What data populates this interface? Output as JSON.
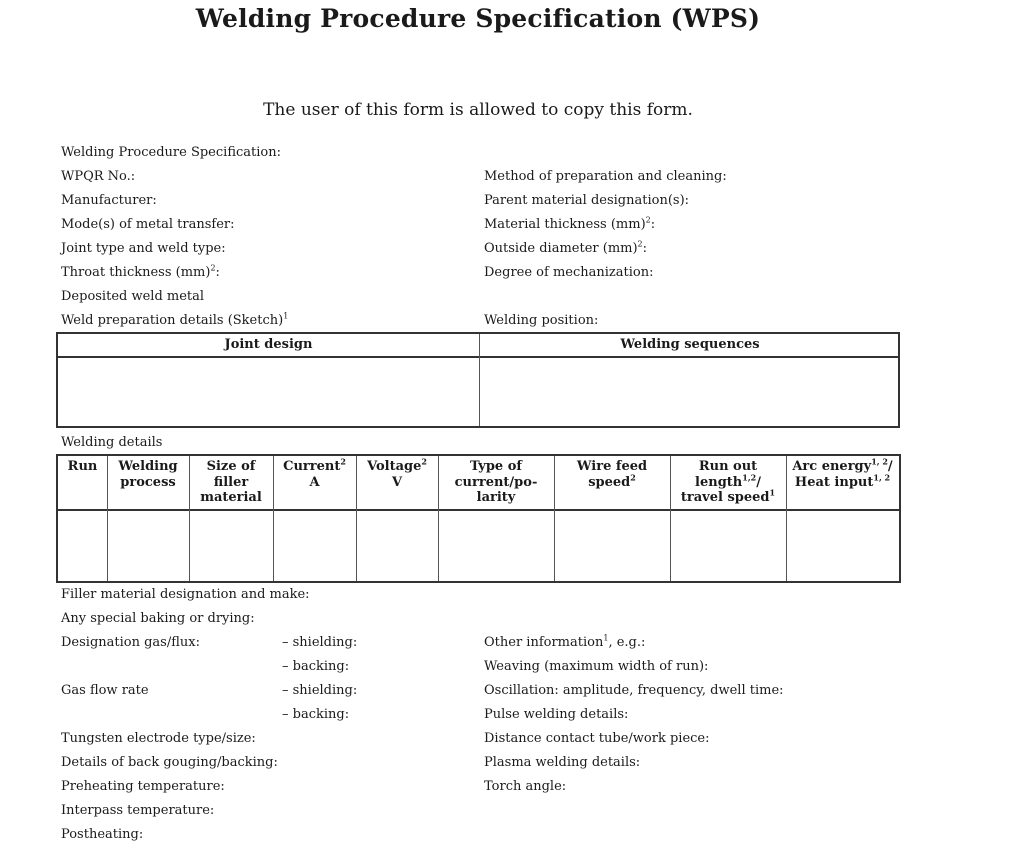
{
  "doc": {
    "title": "Welding Procedure Specification (WPS)",
    "subtitle": "The user of this form is allowed to copy this form."
  },
  "fields_left": {
    "wps": "Welding Procedure Specification:",
    "wpqr": "WPQR No.:",
    "manufacturer": "Manufacturer:",
    "transfer": "Mode(s) of metal transfer:",
    "joint_type": "Joint type and weld type:",
    "throat": "Throat thickness (mm)",
    "throat_sup": "2",
    "throat_colon": ":",
    "deposited": "Deposited weld metal",
    "prep": "Weld preparation details (Sketch)",
    "prep_sup": "1"
  },
  "fields_right": {
    "method": "Method of preparation and cleaning:",
    "parent": "Parent material designation(s):",
    "mat_thick": "Material thickness (mm)",
    "mat_thick_sup": "2",
    "mat_thick_colon": ":",
    "od": "Outside diameter (mm)",
    "od_sup": "2",
    "od_colon": ":",
    "mech": "Degree of mechanization:",
    "position": "Welding position:"
  },
  "joint_table": {
    "col1": "Joint design",
    "col2": "Welding sequences"
  },
  "welding_details": {
    "caption": "Welding details",
    "h_run": "Run",
    "h_process_1": "Welding",
    "h_process_2": "process",
    "h_size_1": "Size of",
    "h_size_2": "filler",
    "h_size_3": "material",
    "h_current": "Current",
    "h_current_sup": "2",
    "h_current_unit": "A",
    "h_voltage": "Voltage",
    "h_voltage_sup": "2",
    "h_voltage_unit": "V",
    "h_type_1": "Type of",
    "h_type_2": "current/po-",
    "h_type_3": "larity",
    "h_wire_1": "Wire feed",
    "h_wire_2": "speed",
    "h_wire_sup": "2",
    "h_runout_1": "Run out",
    "h_runout_2": "length",
    "h_runout_sup": "1,2",
    "h_runout_slash": "/",
    "h_runout_3": "travel speed",
    "h_runout_sup2": "1",
    "h_arc_1": "Arc energy",
    "h_arc_sup": "1, 2",
    "h_arc_slash": "/",
    "h_arc_2": "Heat input",
    "h_arc_sup2": "1, 2"
  },
  "lower_left": {
    "filler": "Filler material designation and make:",
    "baking": "Any special baking or drying:",
    "gas_flux": "Designation gas/flux:",
    "shielding1": "– shielding:",
    "backing1": "– backing:",
    "gas_flow": "Gas flow rate",
    "shielding2": "– shielding:",
    "backing2": "– backing:",
    "tungsten": "Tungsten electrode type/size:",
    "gouging": "Details of back gouging/backing:",
    "preheat": "Preheating temperature:",
    "interpass": "Interpass temperature:",
    "postheat": "Postheating:"
  },
  "lower_right": {
    "other": "Other information",
    "other_sup": "1",
    "other_tail": ", e.g.:",
    "weaving": "Weaving (maximum width of run):",
    "oscillation": "Oscillation: amplitude, frequency, dwell time:",
    "pulse": "Pulse welding details:",
    "distance": "Distance contact tube/work piece:",
    "plasma": "Plasma welding details:",
    "torch": "Torch angle:"
  }
}
